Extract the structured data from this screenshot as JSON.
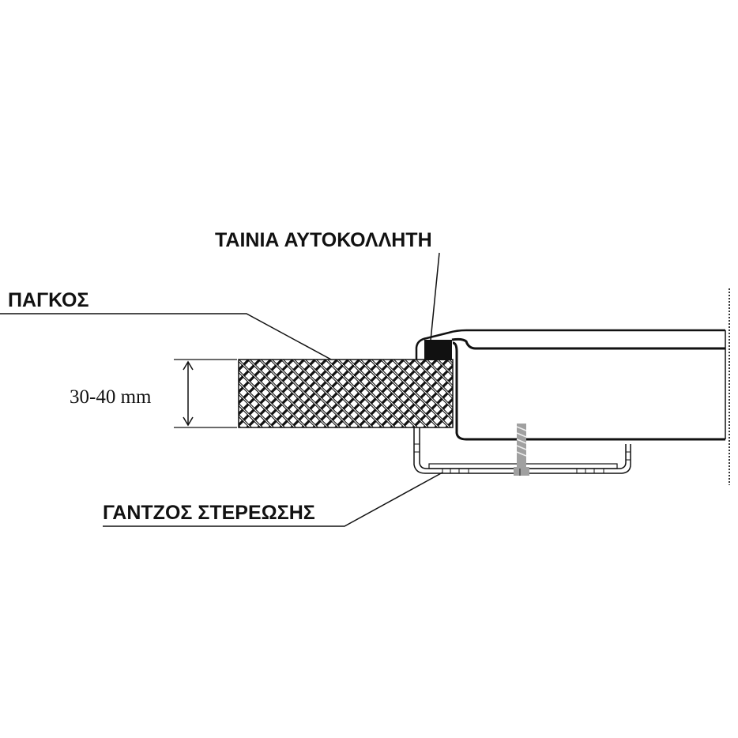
{
  "labels": {
    "tape": "ΤΑΙΝΙΑ ΑΥΤΟΚΟΛΛΗΤΗ",
    "countertop": "ΠΑΓΚΟΣ",
    "thickness": "30-40 mm",
    "clip": "ΓΑΝΤΖΟΣ ΣΤΕΡΕΩΣΗΣ"
  },
  "colors": {
    "line": "#111111",
    "screw": "#a0a0a0"
  }
}
